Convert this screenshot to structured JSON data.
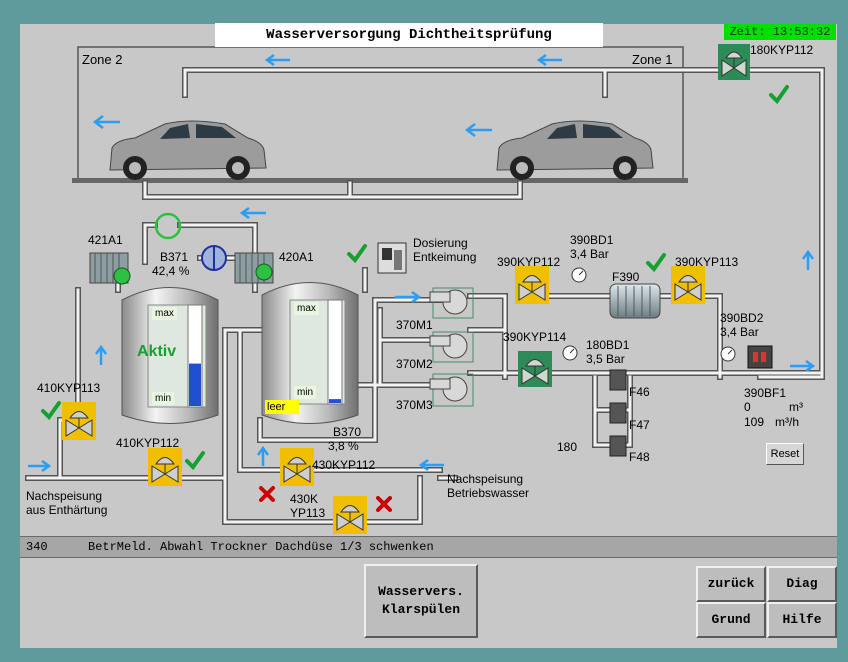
{
  "title": "Wasserversorgung Dichtheitsprüfung",
  "clock": "Zeit: 13:53:32",
  "zones": {
    "zone1": "Zone 1",
    "zone2": "Zone 2"
  },
  "labels": {
    "kyp112_top": "180KYP112",
    "a421": "421A1",
    "a420": "420A1",
    "b371": "B371",
    "b371_val": "42,4  %",
    "dosierung_1": "Dosierung",
    "dosierung_2": "Entkeimung",
    "bd1_390": "390BD1",
    "bd1_390_val": "3,4   Bar",
    "kyp112_390": "390KYP112",
    "kyp113_390": "390KYP113",
    "f390": "F390",
    "bd2_390": "390BD2",
    "bd2_390_val": "3,4   Bar",
    "m1": "370M1",
    "m2": "370M2",
    "m3": "370M3",
    "kyp114_390": "390KYP114",
    "bd1_180": "180BD1",
    "bd1_180_val": "3,5   Bar",
    "f46": "F46",
    "f47": "F47",
    "f48": "F48",
    "n180": "180",
    "bf1_390": "390BF1",
    "bf1_v1": "0",
    "bf1_u1": "m³",
    "bf1_v2": "109",
    "bf1_u2": "m³/h",
    "kyp113_410": "410KYP113",
    "kyp112_410": "410KYP112",
    "kyp112_430": "430KYP112",
    "kyp113_430_1": "430K",
    "kyp113_430_2": "YP113",
    "b370": "B370",
    "b370_val": "3,8    %",
    "nach_enth_1": "Nachspeisung",
    "nach_enth_2": "aus Enthärtung",
    "nach_betr_1": "Nachspeisung",
    "nach_betr_2": "Betriebswasser",
    "max": "max",
    "min": "min",
    "aktiv": "Aktiv",
    "leer": "leer"
  },
  "tank_levels": {
    "b371_fill_percent": 42.4,
    "b370_fill_percent": 3.8
  },
  "reset_label": "Reset",
  "status": {
    "code": "340",
    "message": "BetrMeld. Abwahl Trockner Dachdüse 1/3 schwenken"
  },
  "buttons": {
    "wasservers_1": "Wasservers.",
    "wasservers_2": "Klarspülen",
    "zurueck": "zurück",
    "diag": "Diag",
    "grund": "Grund",
    "hilfe": "Hilfe"
  },
  "colors": {
    "ok": "#16a030",
    "error": "#cc0000",
    "flow_arrow": "#2a9df4",
    "valve": "#f0c000",
    "valve_green": "#2e8b57"
  },
  "icons": [
    "car-icon",
    "check-icon",
    "cross-icon",
    "arrow-icon",
    "valve-icon",
    "gauge-icon",
    "pump-icon",
    "filter-icon",
    "tank-icon"
  ]
}
